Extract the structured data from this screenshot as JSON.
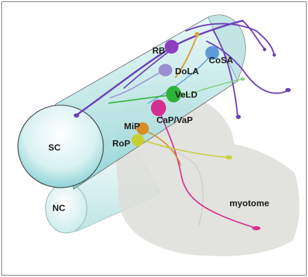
{
  "diagram": {
    "structures": {
      "spinal_cord": "SC",
      "notochord": "NC",
      "myotome": "myotome"
    },
    "neurons": [
      {
        "id": "RB",
        "label": "RB",
        "color": "#8b3fc0"
      },
      {
        "id": "CoSA",
        "label": "CoSA",
        "color": "#5e9ad8"
      },
      {
        "id": "DoLA",
        "label": "DoLA",
        "color": "#9a8fd0"
      },
      {
        "id": "VeLD",
        "label": "VeLD",
        "color": "#2fb43a"
      },
      {
        "id": "CaPVaP",
        "label": "CaP/VaP",
        "color": "#d4308f"
      },
      {
        "id": "MiP",
        "label": "MiP",
        "color": "#d98a2a"
      },
      {
        "id": "RoP",
        "label": "RoP",
        "color": "#c8cf35"
      }
    ],
    "colors": {
      "spinal_cord_fill": "#bfe6e6",
      "notochord_fill": "#d5eeee",
      "myotome_fill": "#dededa",
      "axon_purple": "#6a3fb8",
      "axon_orange": "#d8a23a"
    }
  }
}
